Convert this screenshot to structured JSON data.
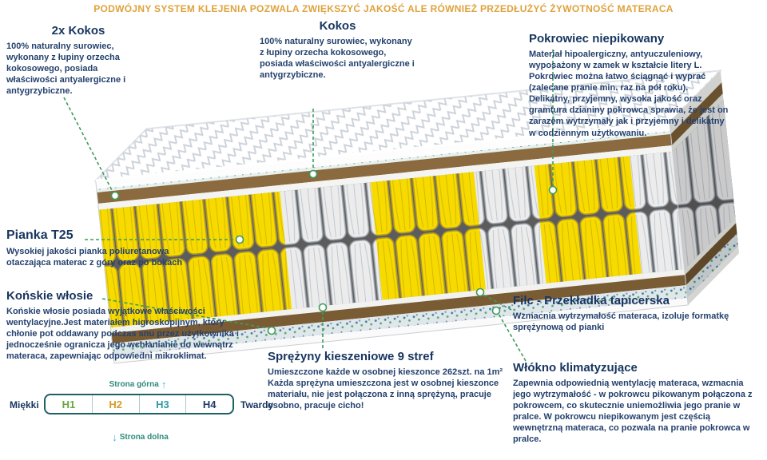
{
  "headline": "PODWÓJNY SYSTEM KLEJENIA POZWALA ZWIĘKSZYĆ JAKOŚĆ ALE RÓWNIEŻ PRZEDŁUŻYĆ ŻYWOTNOŚĆ MATERACA",
  "callouts": {
    "kokos2x": {
      "title": "2x Kokos",
      "body": "100% naturalny surowiec, wykonany z łupiny orzecha kokosowego, posiada właściwości antyalergiczne i antygrzybiczne."
    },
    "kokos": {
      "title": "Kokos",
      "body": "100% naturalny surowiec, wykonany z łupiny orzecha kokosowego, posiada właściwości antyalergiczne i antygrzybiczne."
    },
    "pokrowiec": {
      "title": "Pokrowiec niepikowany",
      "body": "Materiał hipoalergiczny, antyuczuleniowy, wyposażony w zamek w kształcie litery L. Pokrowiec można łatwo ściągnąć i wyprać (zalecane pranie min. raz na pół roku). Delikatny, przyjemny, wysoka jakość oraz gramtura dzianiny pokrowca sprawia, że jest on zarazem wytrzymały jak i przyjemny i delikatny w codziennym użytkowaniu."
    },
    "pianka": {
      "title": "Pianka T25",
      "body": "Wysokiej jakości pianka poliuretanowa otaczająca materac z góry oraz po bokach"
    },
    "konskie": {
      "title": "Końskie włosie",
      "body": "Końskie włosie posiada wyjątkowe właściwości wentylacyjne.Jest materiałem higroskopijnym, który chłonie pot oddawany podczas snu przez użytkownika i jednocześnie ogranicza jego wchłanianie do wewnątrz materaca, zapewniając odpowiedni mikroklimat."
    },
    "filc": {
      "title": "Filc - Przekładka tapicerska",
      "body": "Wzmacnia wytrzymałość materaca, izoluje formatkę sprężynową od pianki"
    },
    "wlokno": {
      "title": "Włókno klimatyzujące",
      "body": "Zapewnia odpowiednią wentylację materaca, wzmacnia jego wytrzymałość - w pokrowcu pikowanym połączona z pokrowcem, co skutecznie uniemożliwia jego pranie w pralce. W pokrowcu niepikowanym jest częścią wewnętrzną materaca, co pozwala na pranie pokrowca w pralce."
    },
    "sprezyny": {
      "title": "Sprężyny kieszeniowe 9 stref",
      "body": "Umieszczone każde w osobnej kieszonce 262szt. na 1m²",
      "body2": "Każda sprężyna umieszczona jest w osobnej kieszonce materiału, nie jest połączona z inną sprężyną, pracuje osobno, pracuje cicho!"
    }
  },
  "scale": {
    "top_label": "Strona górna",
    "bottom_label": "Strona dolna",
    "left_label": "Miękki",
    "right_label": "Twardy",
    "up_arrow": "↑",
    "down_arrow": "↓",
    "levels": [
      {
        "label": "H1",
        "color": "#66A83D"
      },
      {
        "label": "H2",
        "color": "#D49E2C"
      },
      {
        "label": "H3",
        "color": "#2E9BA6"
      },
      {
        "label": "H4",
        "color": "#1E3A66"
      }
    ]
  },
  "colors": {
    "headline": "#DFA23C",
    "heading": "#17355F",
    "body_text": "#24416E",
    "connector_green": "#3E9B5C",
    "arrow_cyan": "#38BEE0",
    "spring_yellow": "#F2D900",
    "kokos_brown": "#8A6A3E",
    "scale_border": "#1F6066"
  }
}
